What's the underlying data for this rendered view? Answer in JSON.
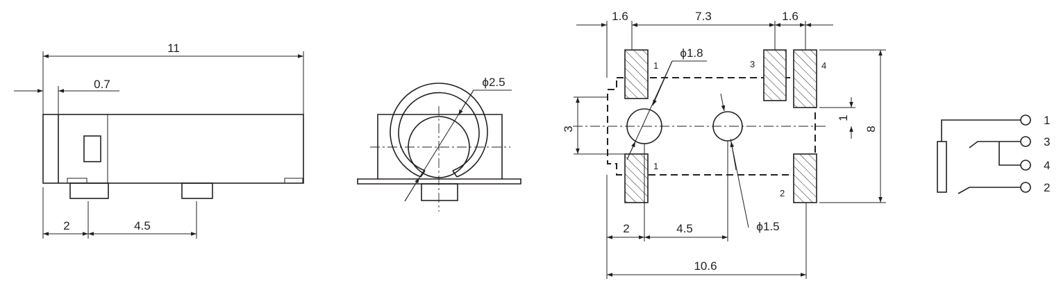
{
  "side_view": {
    "dim_length": "11",
    "dim_offset": "0.7",
    "dim_pin_a": "2",
    "dim_pin_b": "4.5"
  },
  "front_view": {
    "dim_diameter": "ϕ2.5"
  },
  "footprint": {
    "dim_top_left": "1.6",
    "dim_top_mid": "7.3",
    "dim_top_right": "1.6",
    "dim_hole_left": "ϕ1.8",
    "dim_hole_right": "ϕ1.5",
    "dim_height_left": "3",
    "dim_height_right": "8",
    "dim_small_right": "1",
    "dim_bottom_a": "2",
    "dim_bottom_b": "4.5",
    "dim_bottom_total": "10.6",
    "pad_labels": [
      "1",
      "3",
      "4",
      "1",
      "2"
    ]
  },
  "schematic": {
    "pins": [
      "1",
      "3",
      "4",
      "2"
    ]
  }
}
